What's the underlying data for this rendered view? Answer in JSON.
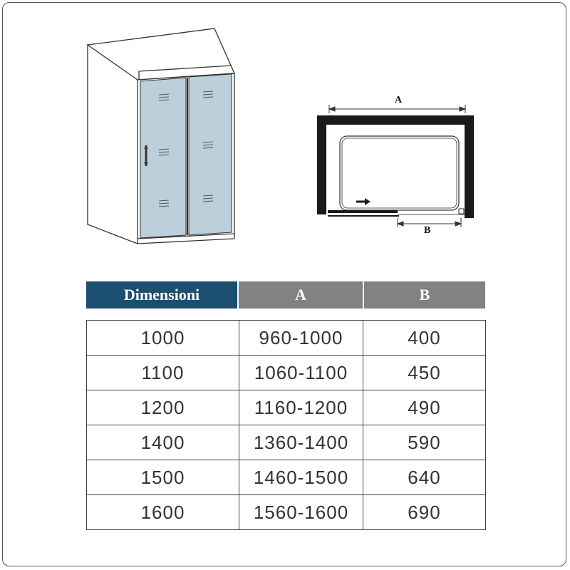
{
  "plan_labels": {
    "a": "A",
    "b": "B"
  },
  "table": {
    "headers": [
      "Dimensioni",
      "A",
      "B"
    ],
    "header_colors": [
      "#1d4f70",
      "#828282",
      "#828282"
    ],
    "rows": [
      [
        "1000",
        "960-1000",
        "400"
      ],
      [
        "1100",
        "1060-1100",
        "450"
      ],
      [
        "1200",
        "1160-1200",
        "490"
      ],
      [
        "1400",
        "1360-1400",
        "590"
      ],
      [
        "1500",
        "1460-1500",
        "640"
      ],
      [
        "1600",
        "1560-1600",
        "690"
      ]
    ]
  },
  "colors": {
    "glass": "#bccfdb",
    "frame_line": "#333333",
    "plan_wall": "#1a1a1a"
  }
}
